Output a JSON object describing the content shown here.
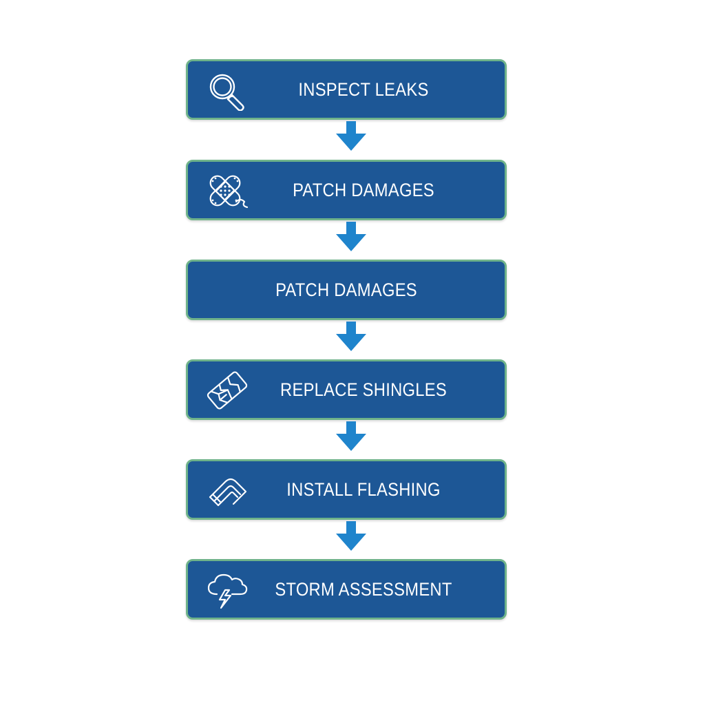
{
  "colors": {
    "box_fill": "#1d5796",
    "box_border": "#6fb38a",
    "arrow": "#1f84cc",
    "text": "#ffffff",
    "background": "#ffffff"
  },
  "steps": [
    {
      "label": "INSPECT LEAKS",
      "icon": "magnifying-glass-icon"
    },
    {
      "label": "PATCH DAMAGES",
      "icon": "bandage-patch-icon"
    },
    {
      "label": "PATCH DAMAGES",
      "icon": ""
    },
    {
      "label": "REPLACE SHINGLES",
      "icon": "broken-shingle-icon"
    },
    {
      "label": "INSTALL FLASHING",
      "icon": "flashing-strip-icon"
    },
    {
      "label": "STORM ASSESSMENT",
      "icon": "storm-cloud-lightning-icon"
    }
  ]
}
